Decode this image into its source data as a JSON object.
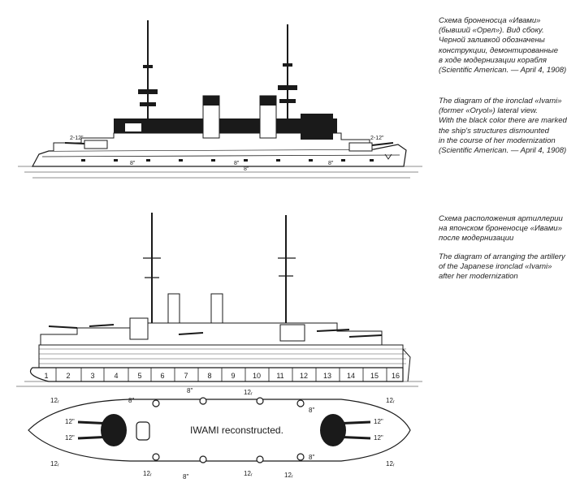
{
  "captions": {
    "side_view_ru": [
      "Схема броненосца «Ивами»",
      "(бывший «Орел»). Вид сбоку.",
      "Черной заливкой обозначены",
      "конструкции, демонтированные",
      "в ходе модернизации корабля",
      "(Scientific American. — April 4, 1908)"
    ],
    "side_view_en": [
      "The diagram of the ironclad «Ivami»",
      "(former «Oryol») lateral view.",
      "With the black color there are marked",
      "the ship's structures dismounted",
      "in the course of her modernization",
      "(Scientific American. — April 4, 1908)"
    ],
    "artillery_ru": [
      "Схема расположения артиллерии",
      "на японском броненосце «Ивами»",
      "после модернизации"
    ],
    "artillery_en": [
      "The diagram of arranging the artillery",
      "of the Japanese ironclad «Ivami»",
      "after her modernization"
    ]
  },
  "top_profile": {
    "gun_labels": [
      "2-12\"",
      "8\"",
      "8\"",
      "8\"",
      "8\"",
      "2-12\""
    ]
  },
  "hull_compartments": [
    "1",
    "2",
    "3",
    "4",
    "5",
    "6",
    "7",
    "8",
    "9",
    "10",
    "11",
    "12",
    "13",
    "14",
    "15",
    "16"
  ],
  "deck_plan": {
    "ship_name": "IWAMI reconstructed.",
    "main_gun_label": "12\"",
    "secondary_gun_label": "8\"",
    "small_gun_label": "12ᵣ"
  },
  "colors": {
    "ink": "#1a1a1a",
    "paper": "#ffffff"
  }
}
